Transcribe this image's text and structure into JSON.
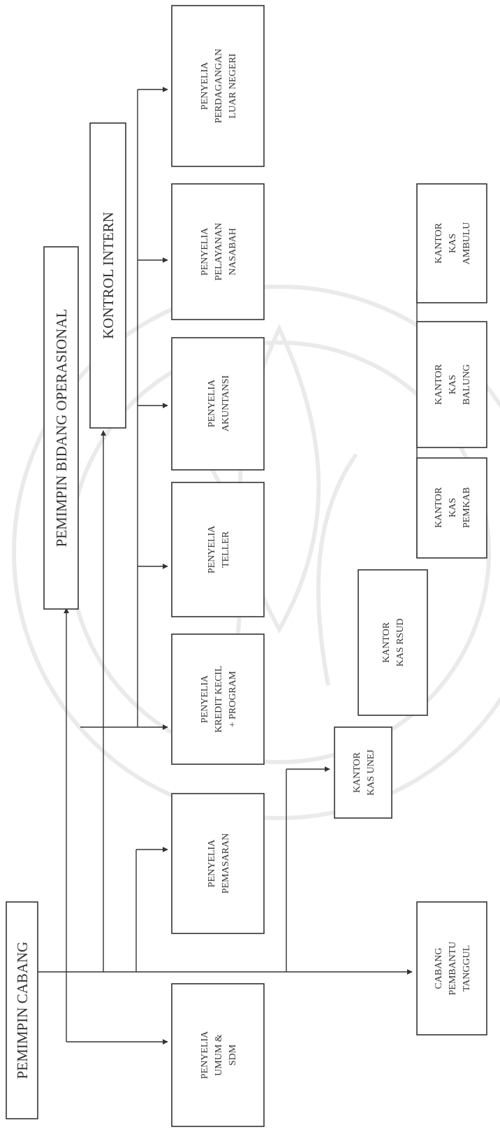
{
  "nodes": {
    "pemimpin_cabang": [
      "PEMIMPIN CABANG"
    ],
    "pemimpin_operasional": [
      "PEMIMPIN BIDANG OPERASIONAL"
    ],
    "kontrol_intern": [
      "KONTROL INTERN"
    ],
    "penyelia_umum_sdm": [
      "PENYELIA",
      "UMUM &",
      "SDM"
    ],
    "penyelia_pemasaran": [
      "PENYELIA",
      "PEMASARAN"
    ],
    "penyelia_kredit": [
      "PENYELIA",
      "KREDIT KECIL",
      "+ PROGRAM"
    ],
    "penyelia_teller": [
      "PENYELIA",
      "TELLER"
    ],
    "penyelia_akuntansi": [
      "PENYELIA",
      "AKUNTANSI"
    ],
    "penyelia_pelayanan": [
      "PENYELIA",
      "PELAYANAN",
      "NASABAH"
    ],
    "penyelia_perdagangan": [
      "PENYELIA",
      "PERDAGANGAN",
      "LUAR NEGERI"
    ],
    "cabang_pembantu": [
      "CABANG",
      "PEMBANTU",
      "TANGGUL"
    ],
    "kantor_kas_unej": [
      "KANTOR",
      "KAS UNEJ"
    ],
    "kantor_kas_rsud": [
      "KANTOR",
      "KAS RSUD"
    ],
    "kantor_kas_pemkab": [
      "KANTOR",
      "KAS",
      "PEMKAB"
    ],
    "kantor_kas_balung": [
      "KANTOR",
      "KAS",
      "BALUNG"
    ],
    "kantor_kas_ambulu": [
      "KANTOR",
      "KAS",
      "AMBULU"
    ]
  },
  "colors": {
    "line": "#333333",
    "box_fill": "#ffffff",
    "watermark": "#e6e6e6"
  }
}
